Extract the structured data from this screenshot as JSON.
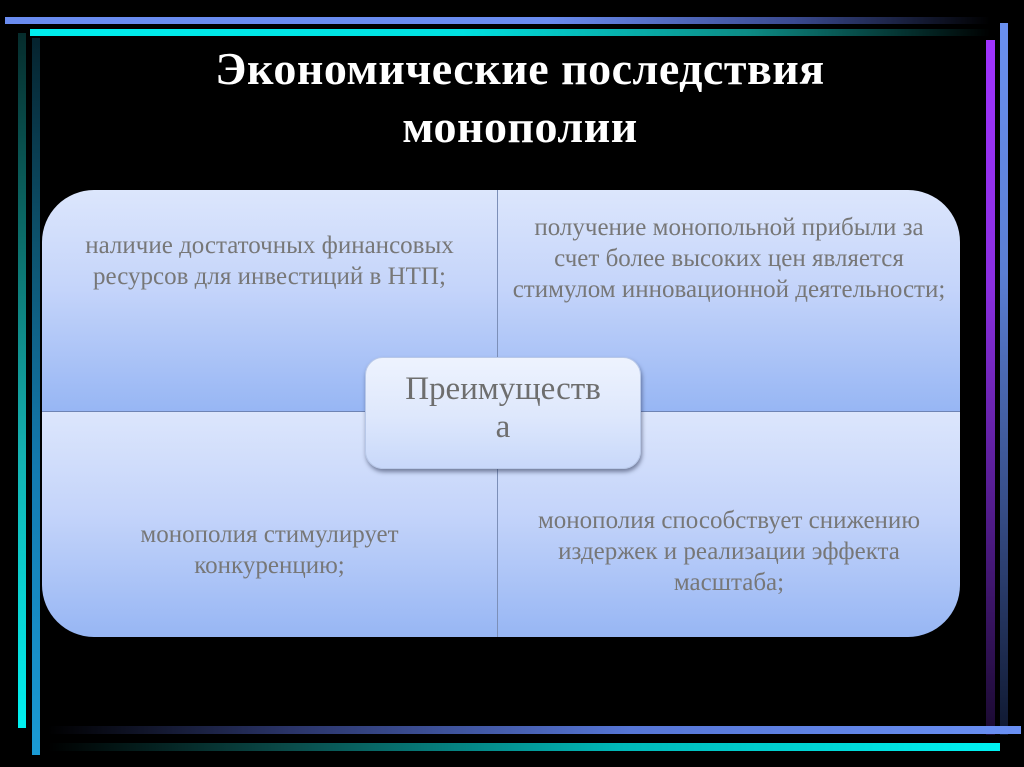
{
  "slide": {
    "title_line1": "Экономические последствия",
    "title_line2": "монополии",
    "center_label": "Преимущества",
    "center_label_line1": "Преимуществ",
    "center_label_line2": "а",
    "quadrants": {
      "top_left": "наличие достаточных финансовых ресурсов для инвестиций в НТП;",
      "top_right": "получение монопольной прибыли за счет более высоких цен является стимулом инновационной деятельности;",
      "bottom_left": "монополия стимулирует конкуренцию;",
      "bottom_right": "монополия способствует снижению издержек и реализации эффекта масштаба;"
    }
  },
  "colors": {
    "background": "#000000",
    "title_text": "#ffffff",
    "body_text": "#777777",
    "panel_light": "#dce6fc",
    "panel_dark": "#97b6f4",
    "accent_blue": "#6a8cf0",
    "accent_cyan": "#00eeee",
    "accent_purple": "#a033ff",
    "accent_steel": "#1a9ad4"
  }
}
